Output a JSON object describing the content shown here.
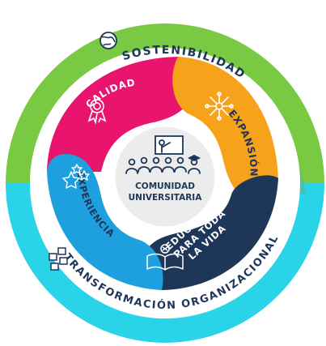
{
  "outer_ring": {
    "top_label": "SOSTENIBILIDAD",
    "bottom_label": "TRANSFORMACIÓN ORGANIZACIONAL",
    "top_color": "#7ac943",
    "bottom_color": "#29d3e8"
  },
  "segments": {
    "calidad": {
      "label": "CALIDAD",
      "color": "#e8146e",
      "icon": "medal-icon"
    },
    "expansion": {
      "label": "EXPANSIÓN",
      "color": "#f7a21b",
      "icon": "snowflake-network-icon"
    },
    "educacion": {
      "line1": "EDUCACIÓN",
      "line2": "PARA TODA",
      "line3": "LA VIDA",
      "color": "#1e3658",
      "icon": "open-book-icon"
    },
    "experiencia": {
      "label": "EXPERIENCIA",
      "color": "#1fa0de",
      "icon": "stars-icon"
    }
  },
  "center": {
    "line1": "COMUNIDAD",
    "line2": "UNIVERSITARIA",
    "text_color": "#1e3658",
    "bg_color": "#ececec",
    "icon": "classroom-icon"
  },
  "ring_icons": {
    "top": "globe-icon",
    "bottom": "people-network-icon"
  }
}
